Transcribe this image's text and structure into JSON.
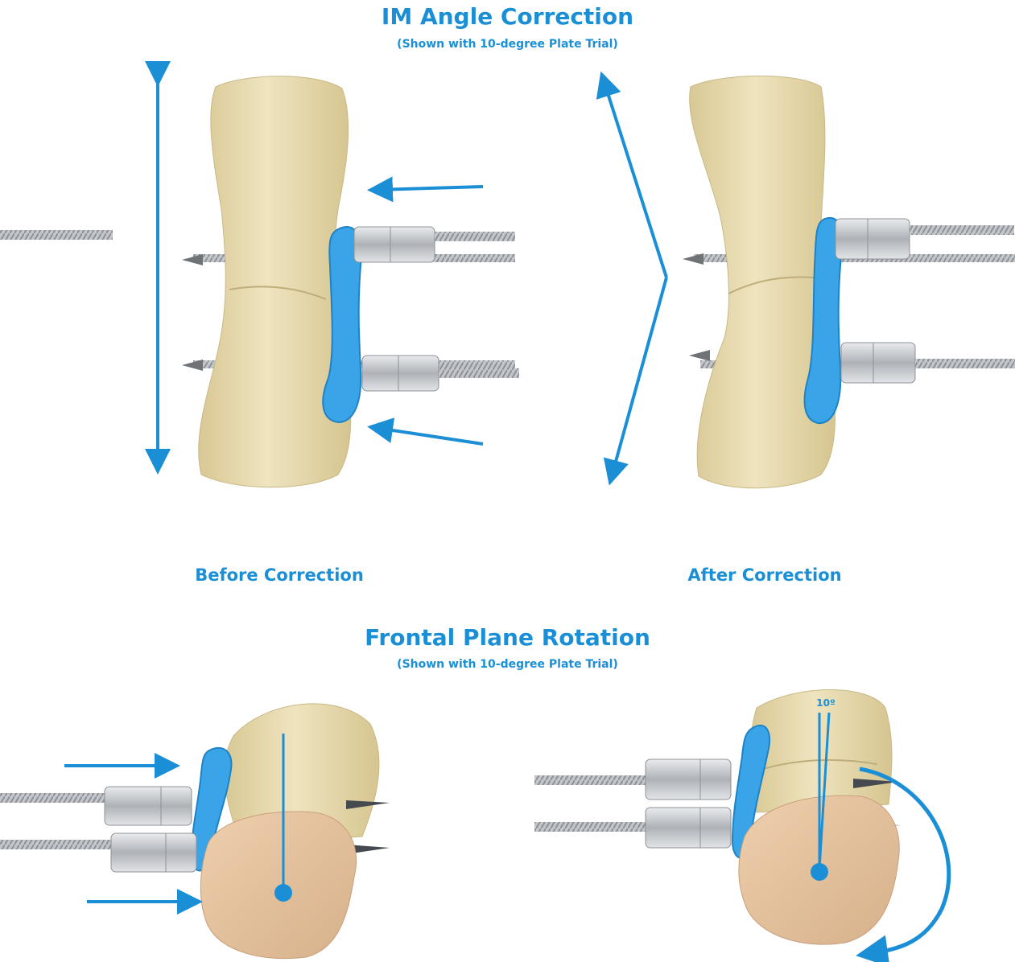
{
  "section1": {
    "title": "IM Angle Correction",
    "subtitle": "(Shown with 10-degree Plate Trial)",
    "before_label": "Before Correction",
    "after_label": "After Correction"
  },
  "section2": {
    "title": "Frontal Plane Rotation",
    "subtitle": "(Shown with 10-degree Plate Trial)",
    "angle_label": "10º"
  },
  "colors": {
    "accent": "#1b8fd6",
    "bone": "#ece0b6",
    "bone_shadow": "#cdbd8c",
    "bone_end": "#e2bf9c",
    "plate": "#3aa4e8",
    "metal": "#c9ccd0"
  }
}
